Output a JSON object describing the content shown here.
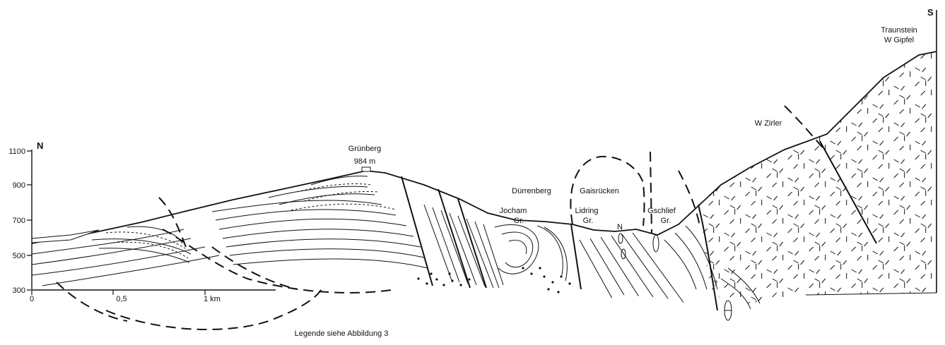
{
  "orientation": {
    "north": "N",
    "south": "S"
  },
  "elevation_axis": {
    "ticks": [
      "1100",
      "900",
      "700",
      "500",
      "300"
    ]
  },
  "distance_scale": {
    "ticks": [
      "0",
      "0,5",
      "1 km"
    ]
  },
  "summit": {
    "name": "Grünberg",
    "elevation": "984 m"
  },
  "place_labels": {
    "traunstein_1": "Traunstein",
    "traunstein_2": "W Gipfel",
    "zirler": "W Zirler",
    "duerrenberg": "Dürrenberg",
    "gaisruecken": "Gaisrücken",
    "jocham_1": "Jocham",
    "jocham_2": "Gr.",
    "lidring_1": "Lidring",
    "lidring_2": "Gr.",
    "gschlief_1": "Gschlief",
    "gschlief_2": "Gr.",
    "n_marker": "N",
    "question": "?"
  },
  "caption": "Legende siehe Abbildung 3"
}
